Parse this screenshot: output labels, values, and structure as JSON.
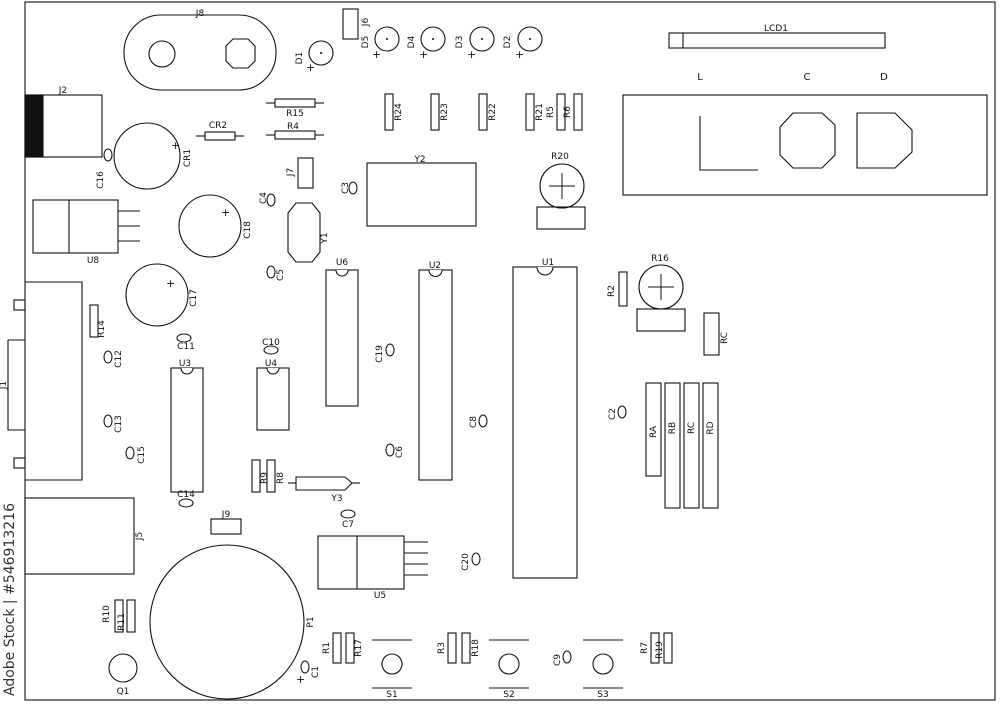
{
  "labels": {
    "J8": "J8",
    "D1": "D1",
    "D5": "D5",
    "J6": "J6",
    "D4": "D4",
    "D3": "D3",
    "D2": "D2",
    "LCD1": "LCD1",
    "J2": "J2",
    "R15": "R15",
    "R4": "R4",
    "CR2": "CR2",
    "CR1": "CR1",
    "C16": "C16",
    "R24": "R24",
    "R23": "R23",
    "R22": "R22",
    "R21": "R21",
    "R5": "R5",
    "R6": "R6",
    "R20": "R20",
    "J7": "J7",
    "Y2": "Y2",
    "C4": "C4",
    "C3": "C3",
    "Y1": "Y1",
    "C18": "C18",
    "U8": "U8",
    "C5": "C5",
    "U6": "U6",
    "U2": "U2",
    "U1": "U1",
    "R16": "R16",
    "R2": "R2",
    "C17": "C17",
    "R14": "R14",
    "C11": "C11",
    "C10": "C10",
    "RC1": "RC",
    "C12": "C12",
    "U3": "U3",
    "U4": "U4",
    "C19": "C19",
    "J1": "J1",
    "C13": "C13",
    "C8": "C8",
    "C2": "C2",
    "RA": "RA",
    "RB": "RB",
    "RC": "RC",
    "RD": "RD",
    "C15": "C15",
    "C6": "C6",
    "R9": "R9",
    "R8": "R8",
    "Y3": "Y3",
    "C14": "C14",
    "J5": "J5",
    "J9": "J9",
    "C7": "C7",
    "U5": "U5",
    "C20": "C20",
    "R10": "R10",
    "R11": "R11",
    "P1": "P1",
    "R1": "R1",
    "R17": "R17",
    "R3": "R3",
    "R18": "R18",
    "C9": "C9",
    "R7": "R7",
    "R19": "R19",
    "C1": "C1",
    "Q1": "Q1",
    "S1": "S1",
    "S2": "S2",
    "S3": "S3"
  },
  "lcd_text": [
    "L",
    "C",
    "D"
  ],
  "plus_sign": "+",
  "watermark": {
    "text": "Adobe Stock | #546913216"
  }
}
